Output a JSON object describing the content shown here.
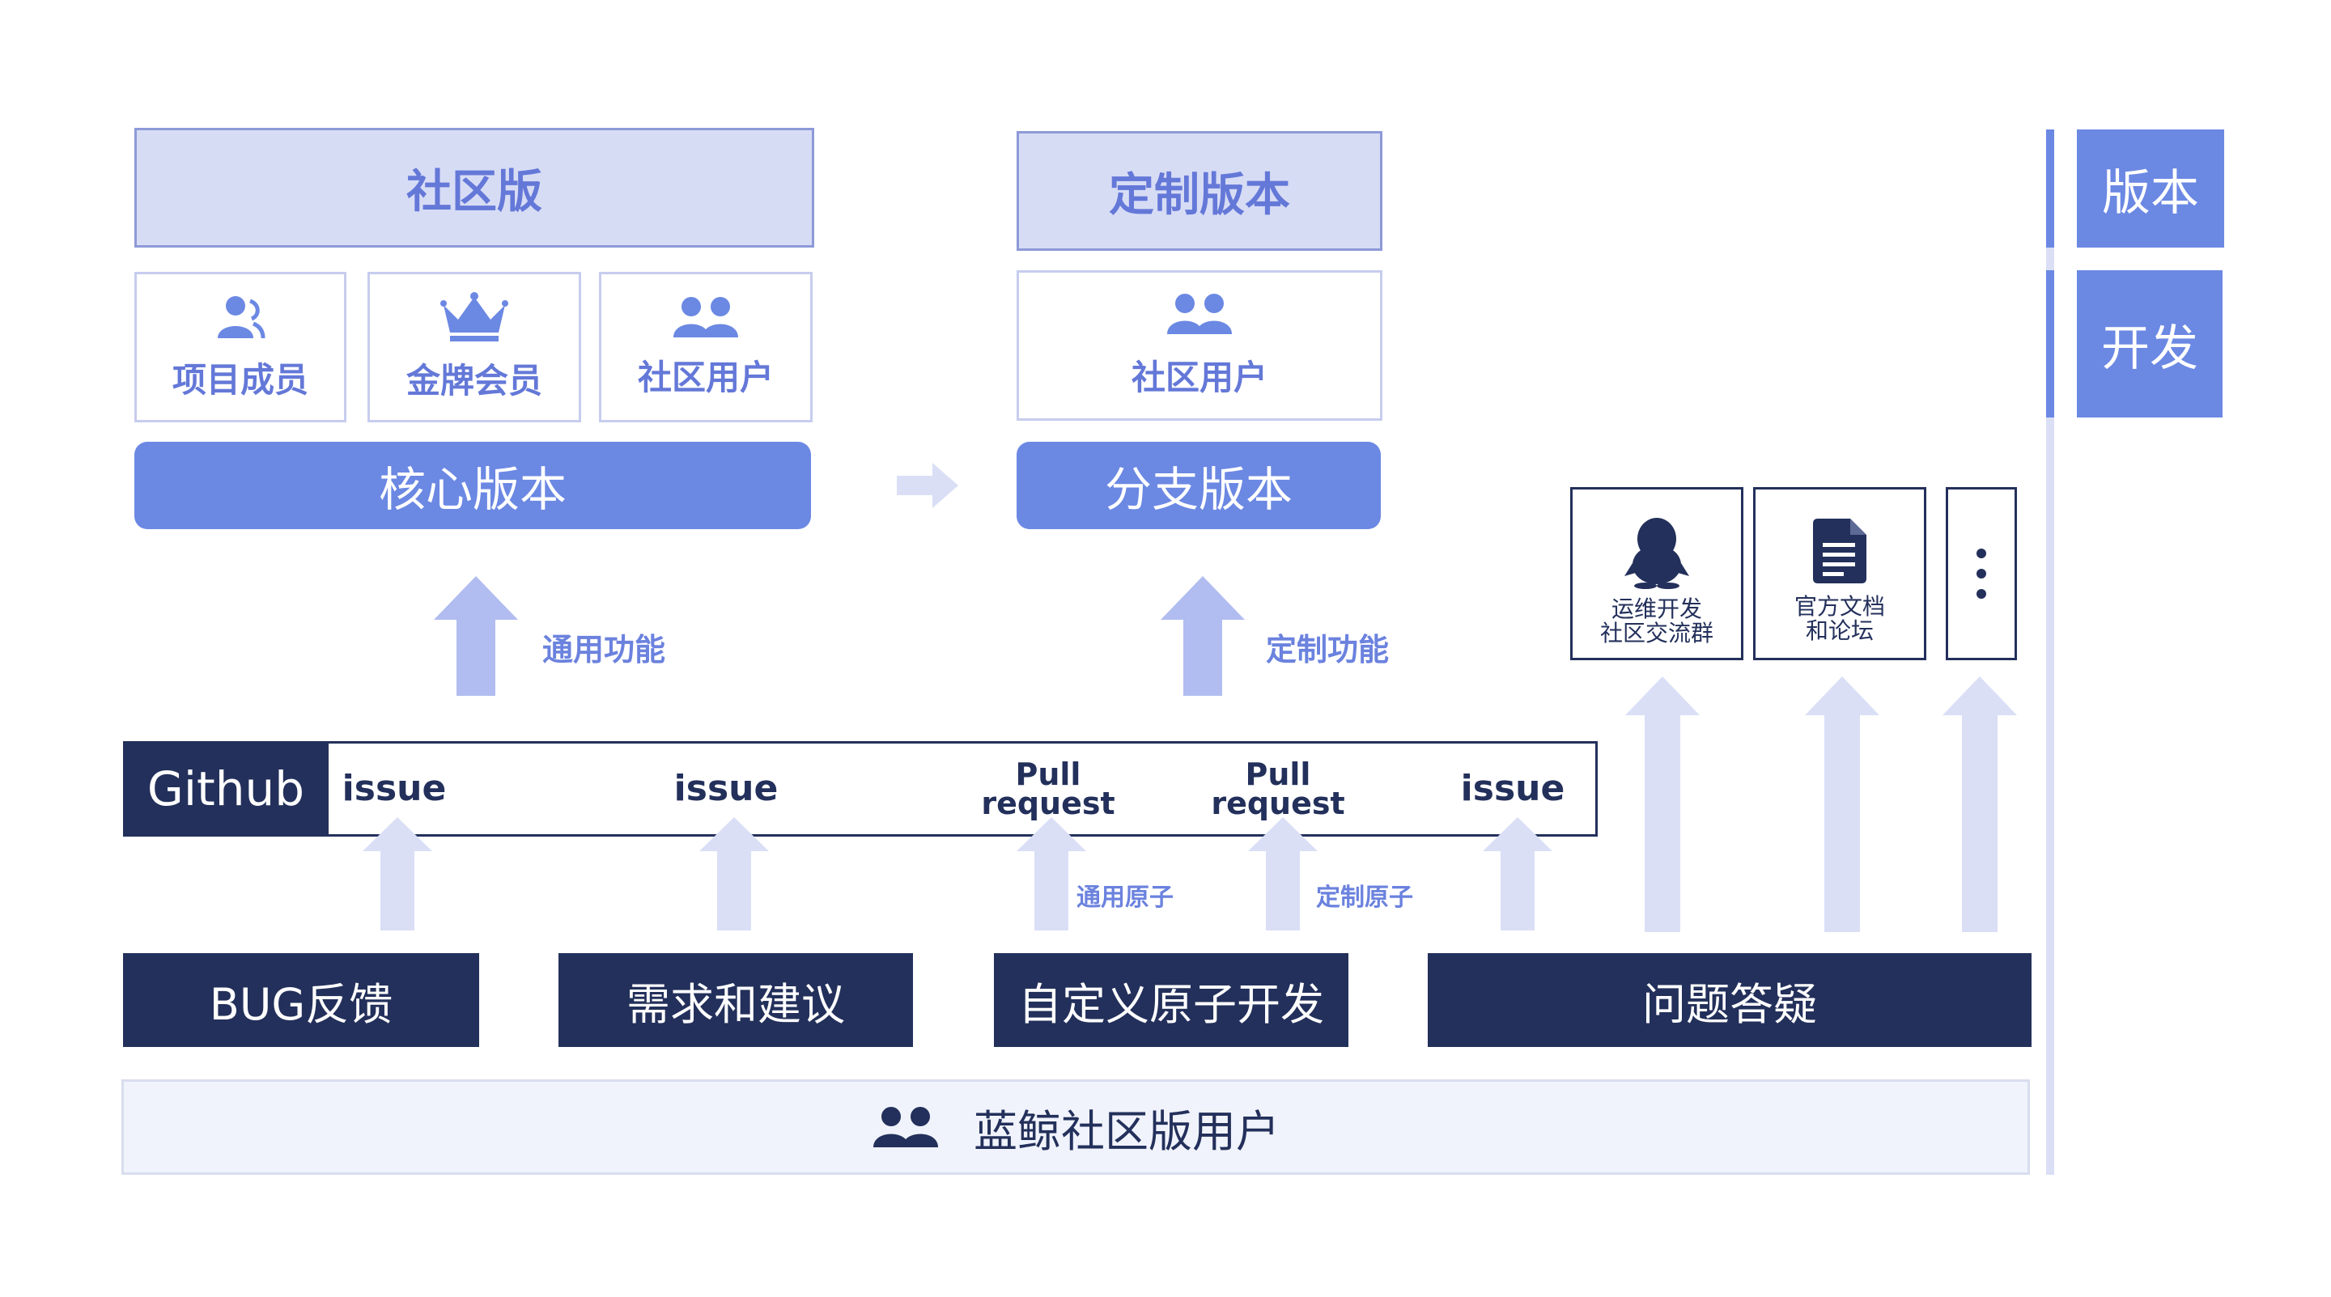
{
  "versions": {
    "community": {
      "title": "社区版",
      "roles": [
        {
          "label": "项目成员",
          "icon": "member-icon"
        },
        {
          "label": "金牌会员",
          "icon": "crown-icon"
        },
        {
          "label": "社区用户",
          "icon": "users-icon"
        }
      ],
      "core_label": "核心版本",
      "function_label": "通用功能"
    },
    "custom": {
      "title": "定制版本",
      "role": {
        "label": "社区用户",
        "icon": "users-icon"
      },
      "branch_label": "分支版本",
      "function_label": "定制功能"
    }
  },
  "github": {
    "label": "Github",
    "items": [
      "issue",
      "issue",
      "Pull\nrequest",
      "Pull\nrequest",
      "issue"
    ]
  },
  "atom_labels": {
    "general": "通用原子",
    "custom": "定制原子"
  },
  "channels": [
    {
      "label": "运维开发\n社区交流群",
      "icon": "qq-penguin-icon"
    },
    {
      "label": "官方文档\n和论坛",
      "icon": "document-icon"
    },
    {
      "label": "",
      "icon": "more-icon"
    }
  ],
  "sources": [
    "BUG反馈",
    "需求和建议",
    "自定义原子开发",
    "问题答疑"
  ],
  "users_bar": {
    "label": "蓝鲸社区版用户",
    "icon": "users-icon"
  },
  "side_tabs": [
    "版本",
    "开发"
  ],
  "colors": {
    "light_fill": "#d7dcf5",
    "accent_blue": "#6b88e3",
    "navy": "#23305b",
    "arrow_light": "#dadff6",
    "arrow_mid": "#b1bdf0"
  }
}
